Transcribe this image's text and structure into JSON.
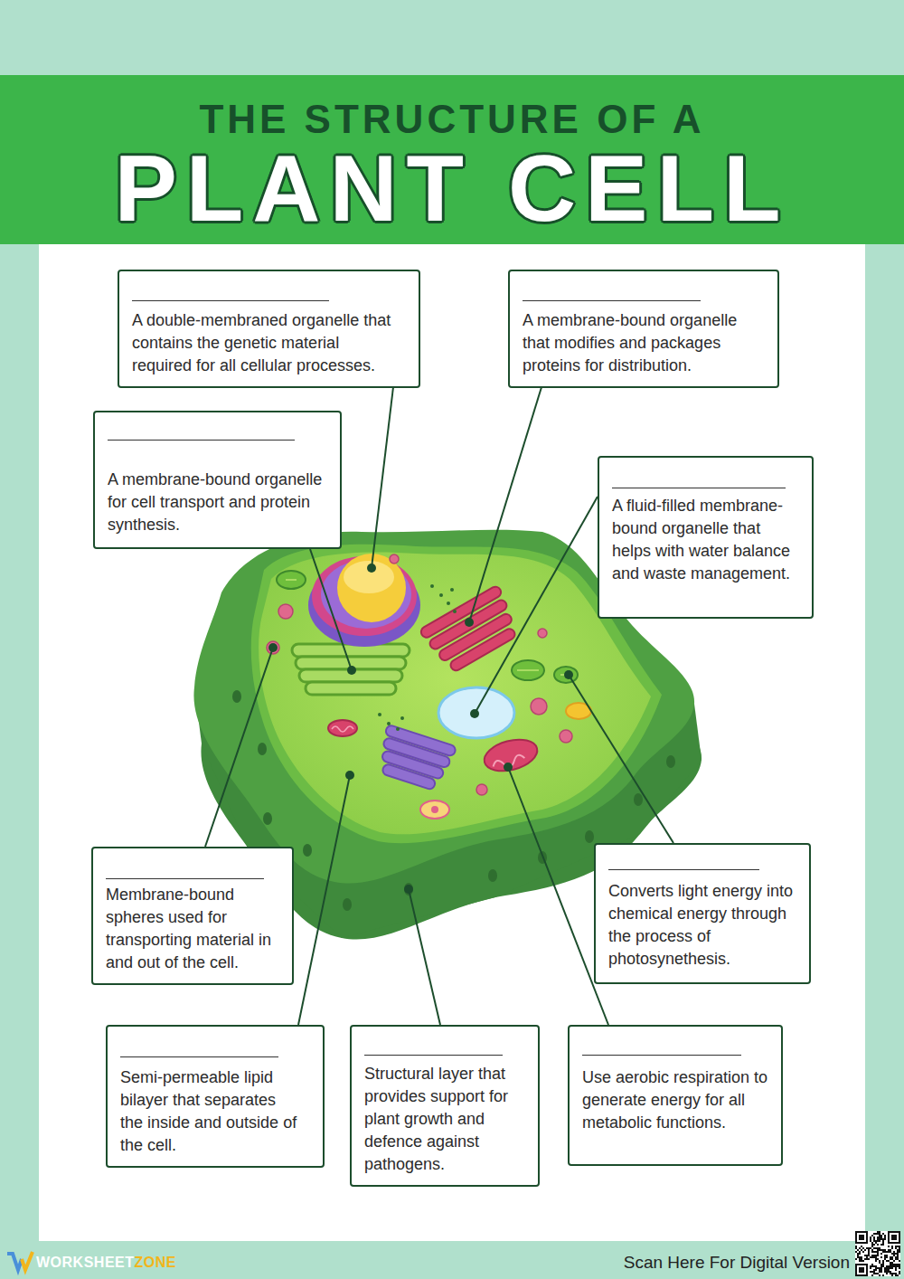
{
  "diagram": {
    "title": "THE STRUCTURE OF A",
    "nodes": [
      {
        "text": [
          "A double-membraned organelle that contains the genetic material required for all cellular processes."
        ]
      },
      {
        "text": [
          "A membrane-bound organelle that modifies and packages proteins for distribution."
        ]
      },
      {
        "text": [
          "A membrane-bound organelle for cell transport and protein synthesis."
        ]
      },
      {
        "text": [
          "A fluid-filled membrane-bound organelle that helps with water balance and waste management."
        ]
      },
      {
        "text": [
          "Membrane-bound spheres used for transporting material in and out of the cell."
        ]
      },
      {
        "text": [
          "Converts light energy into chemical energy through the process of photosynethesis."
        ]
      },
      {
        "text": [
          "Semi-permeable lipid bilayer that separates the inside and outside of the cell."
        ]
      },
      {
        "text": [
          "Structural layer that provides support for plant growth and defence against pathogens."
        ]
      },
      {
        "text": [
          "Use aerobic respiration to generate energy for all metabolic functions."
        ]
      }
    ],
    "labels": [
      "PLANT CELL",
      "WORKSHEET",
      "ZONE",
      "Scan Here For Digital Version"
    ]
  }
}
